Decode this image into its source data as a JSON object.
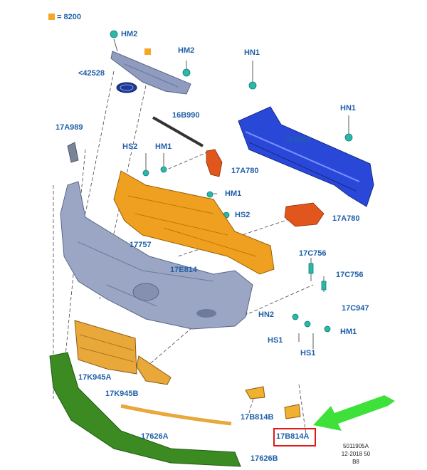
{
  "legend": {
    "marker_color": "#f5a623",
    "text": "= 8200"
  },
  "labels": {
    "hm2_top": "HM2",
    "hm2_mid": "HM2",
    "emblem": "<42528",
    "hn1_left": "HN1",
    "hn1_right": "HN1",
    "strip": "16B990",
    "reinforcement": "<10922",
    "l17a989": "17A989",
    "hs2_left": "HS2",
    "hm1_left": "HM1",
    "l17a780_a": "17A780",
    "hm1_mid": "HM1",
    "hs2_mid": "HS2",
    "l17a780_b": "17A780",
    "l17757": "17757",
    "l17e814": "17E814",
    "l17c756_a": "17C756",
    "l17c756_b": "17C756",
    "l17c947": "17C947",
    "hn2": "HN2",
    "hs1_a": "HS1",
    "hm1_right": "HM1",
    "hs1_b": "HS1",
    "l17k945a": "17K945A",
    "l17k945b": "17K945B",
    "l17b814b": "17B814B",
    "l17626a": "17626A",
    "l17b814a": "17B814A",
    "l17626b": "17626B"
  },
  "footer": {
    "line1": "5011905A",
    "line2": "12-2018 50",
    "line3": "B8"
  },
  "colors": {
    "label": "#1f5fa8",
    "bumper_cover": "#9aa6c4",
    "absorber": "#f0a020",
    "reinforcement": "#2a48d8",
    "lip": "#3c8a22",
    "bracket": "#e0561c",
    "grille_lower": "#e8a83a",
    "fastener": "#2ab8a8",
    "highlight_box": "#e01818",
    "arrow": "#3ee03a"
  }
}
